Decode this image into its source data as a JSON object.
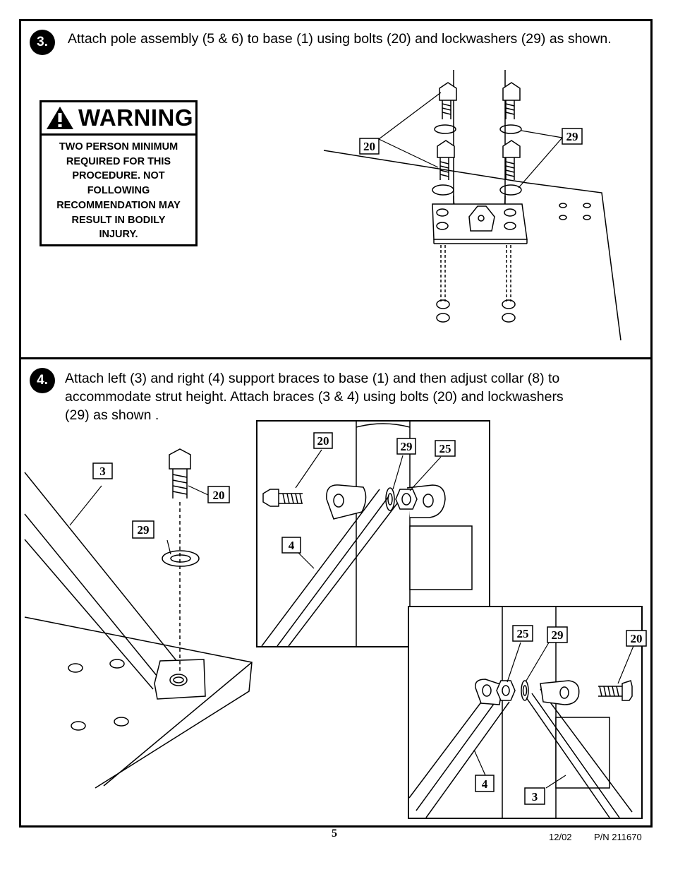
{
  "step3": {
    "number": "3.",
    "instruction": "Attach pole assembly (5 & 6) to base (1) using bolts (20) and lockwashers (29) as shown.",
    "warning": {
      "title": "WARNING",
      "lines": [
        "TWO PERSON MINIMUM",
        "REQUIRED FOR THIS",
        "PROCEDURE.  NOT",
        "FOLLOWING",
        "RECOMMENDATION MAY",
        "RESULT IN BODILY",
        "INJURY."
      ]
    },
    "callouts": {
      "bolt": "20",
      "lockwasher": "29"
    }
  },
  "step4": {
    "number": "4.",
    "instruction_lines": [
      "Attach left (3) and right (4) support braces to base (1) and then adjust collar (8) to",
      "accommodate strut height. Attach braces (3 & 4) using bolts (20) and lockwashers",
      "(29) as shown ."
    ],
    "left_callouts": {
      "brace": "3",
      "bolt": "20",
      "lockwasher": "29"
    },
    "inset1_callouts": {
      "bolt": "20",
      "lockwasher": "29",
      "nut": "25",
      "brace": "4"
    },
    "inset2_callouts": {
      "nut": "25",
      "lockwasher": "29",
      "bolt": "20",
      "brace_left": "4",
      "brace_right": "3"
    }
  },
  "footer": {
    "page": "5",
    "date": "12/02",
    "part_number": "P/N 211670"
  }
}
